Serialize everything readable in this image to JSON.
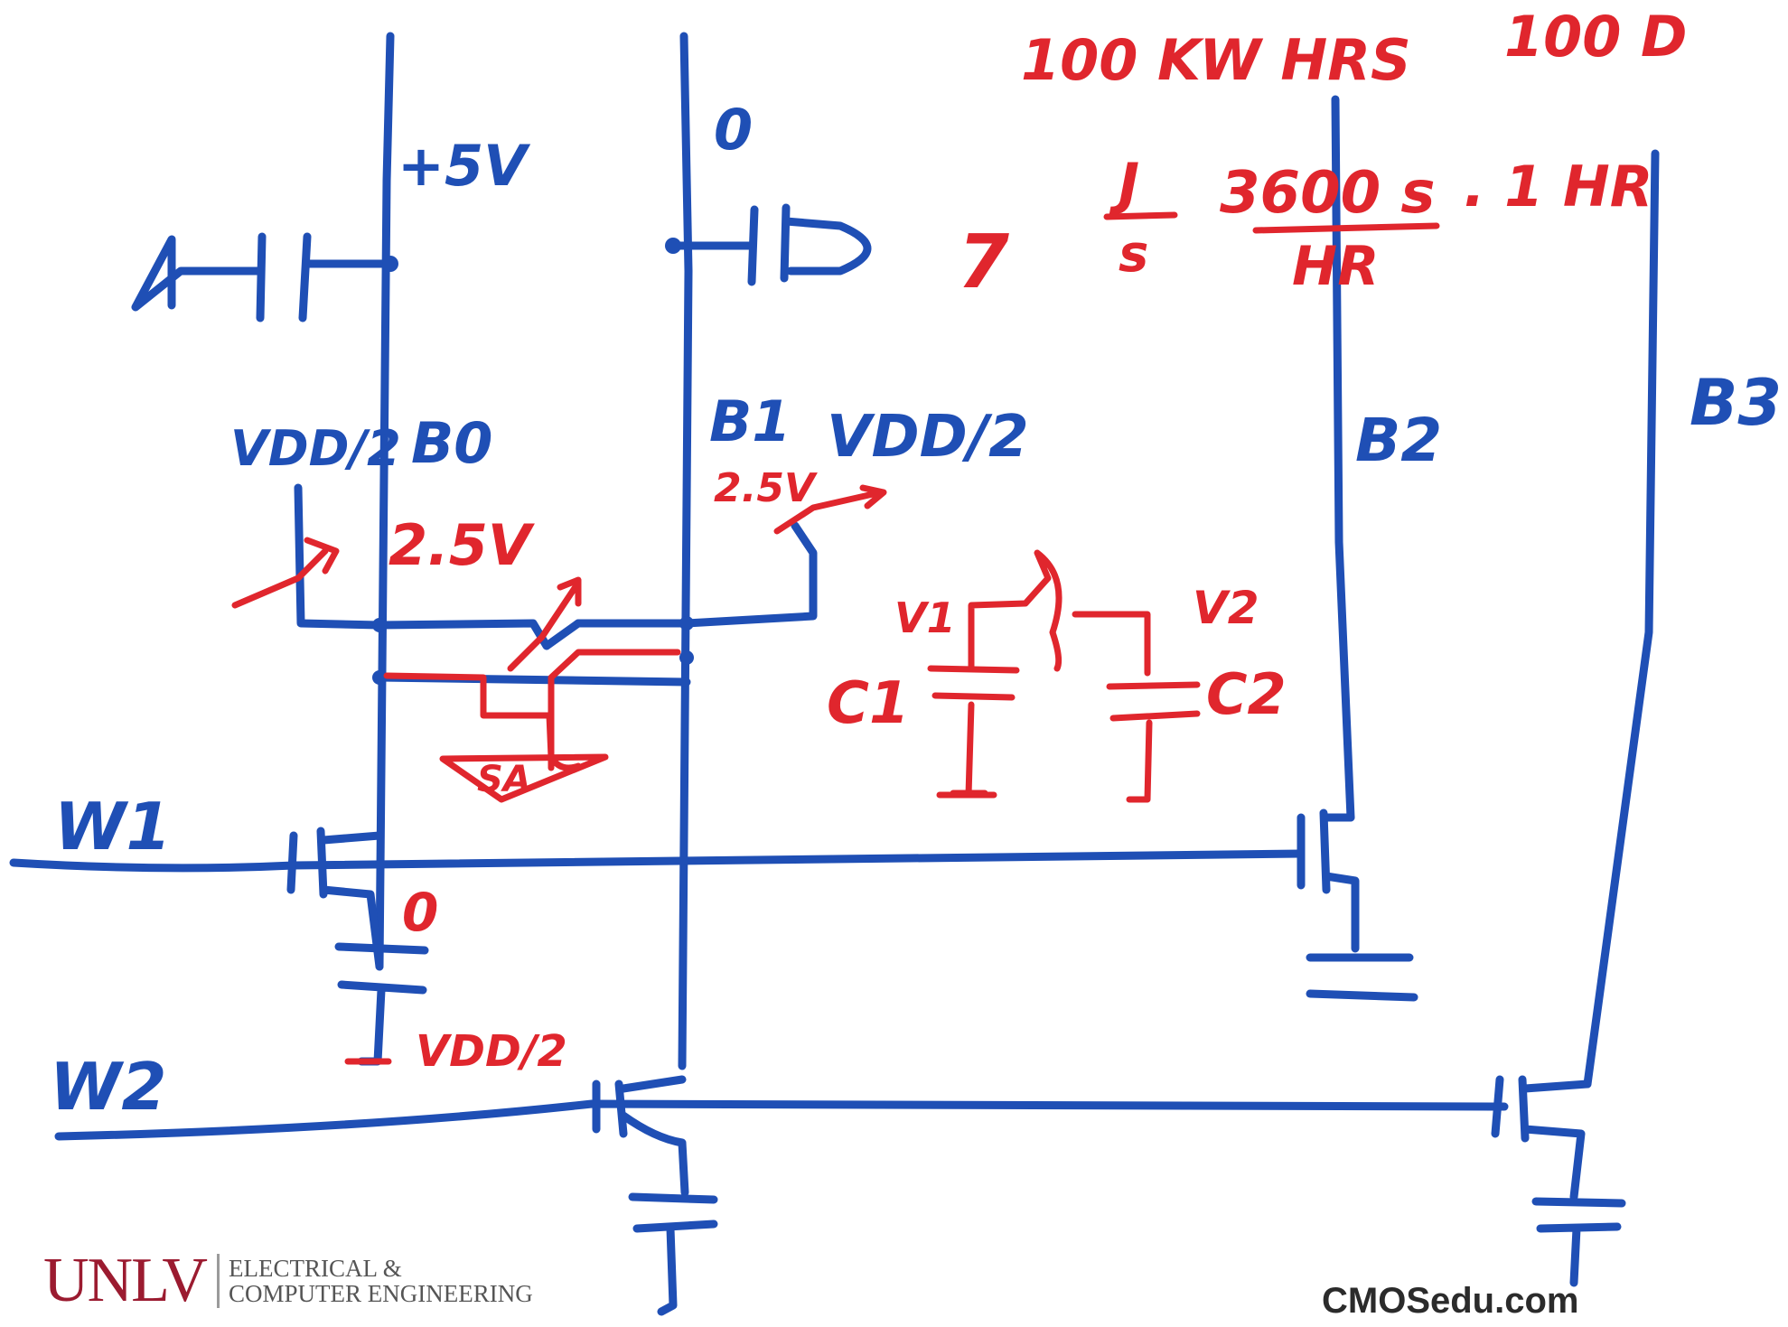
{
  "labels": {
    "plus5v": "+5V",
    "zero_top": "0",
    "vdd2_left": "VDD/2",
    "b0": "B0",
    "b1": "B1",
    "vdd2_right": "VDD/2",
    "b2": "B2",
    "b3": "B3",
    "w1": "W1",
    "w2": "W2",
    "zero_cap": "0",
    "vdd2_bottom": "VDD/2"
  },
  "red_notes": {
    "energy": "100 KW HRS",
    "cost": "100 D",
    "seven": "7",
    "frac_num": "J",
    "frac_den": "s",
    "conv_num": "3600 s",
    "conv_den": "HR",
    "tail": ". 1 HR",
    "b0_voltage": "2.5V",
    "b1_voltage": "2.5V",
    "amp": "SA",
    "v1": "V1",
    "v2": "V2",
    "c1": "C1",
    "c2": "C2"
  },
  "footer": {
    "logo_main": "UNLV",
    "logo_line1": "ELECTRICAL &",
    "logo_line2": "COMPUTER ENGINEERING",
    "site": "CMOSedu.com"
  },
  "colors": {
    "blue_ink": "#1f4fb5",
    "red_ink": "#e0262d",
    "logo": "#9b1b30"
  }
}
